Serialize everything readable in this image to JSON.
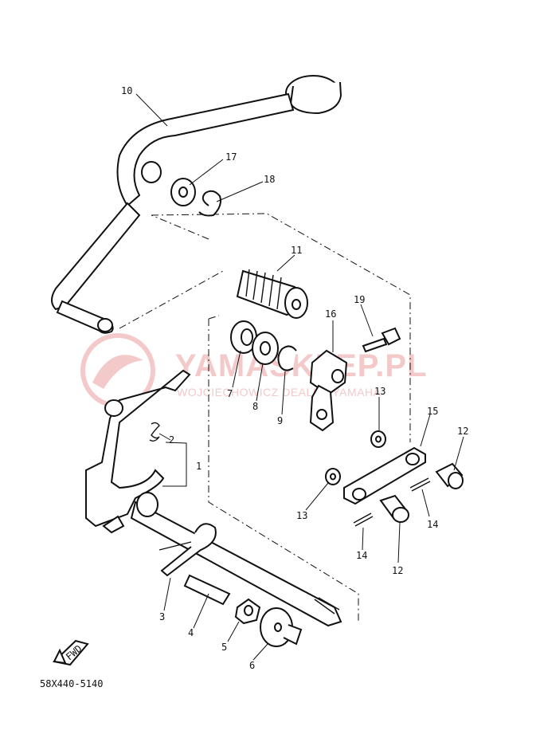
{
  "watermark": {
    "title": "YAMASKLEP.PL",
    "subtitle": "WOJCIECHOWICZ DEALER YAMAHA"
  },
  "diagram_code": "58X440-5140",
  "fwd_label": "FWD",
  "callouts": {
    "c1": "1",
    "c2": "2",
    "c3": "3",
    "c4": "4",
    "c5": "5",
    "c6": "6",
    "c7": "7",
    "c8": "8",
    "c9": "9",
    "c10": "10",
    "c11": "11",
    "c12a": "12",
    "c12b": "12",
    "c13a": "13",
    "c13b": "13",
    "c14a": "14",
    "c14b": "14",
    "c15": "15",
    "c16": "16",
    "c17": "17",
    "c18": "18",
    "c19": "19"
  },
  "colors": {
    "line": "#111111",
    "watermark": "#f3c9c9",
    "background": "#ffffff"
  }
}
